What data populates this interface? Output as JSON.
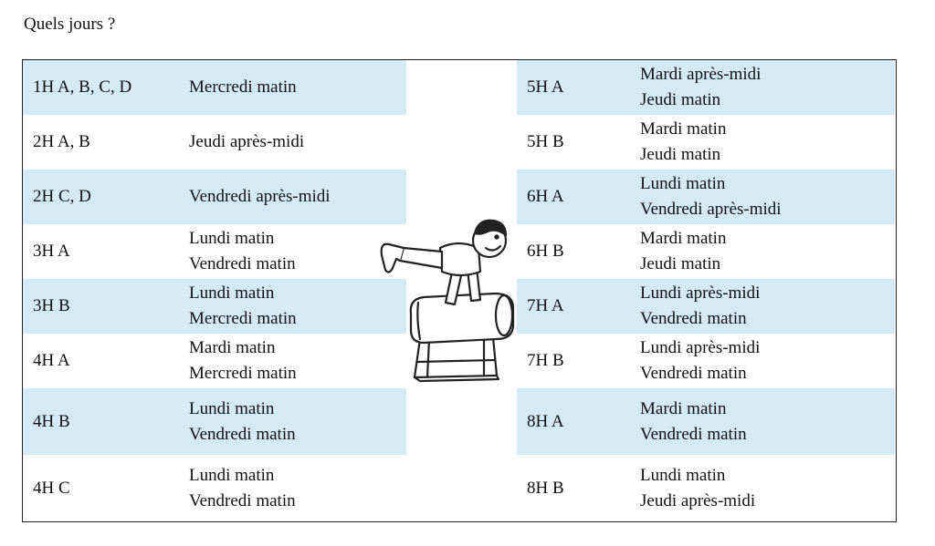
{
  "title": "Quels jours ?",
  "colors": {
    "shade": "#d5eaf7",
    "border": "#222222"
  },
  "left": [
    {
      "class": "1H A, B, C, D",
      "days": "Mercredi matin"
    },
    {
      "class": "2H A, B",
      "days": "Jeudi après-midi"
    },
    {
      "class": "2H C, D",
      "days": "Vendredi après-midi"
    },
    {
      "class": "3H A",
      "days": "Lundi matin\nVendredi matin"
    },
    {
      "class": "3H B",
      "days": "Lundi matin\nMercredi matin"
    },
    {
      "class": "4H A",
      "days": "Mardi matin\nMercredi matin"
    },
    {
      "class": "4H B",
      "days": "Lundi matin\nVendredi matin"
    },
    {
      "class": "4H C",
      "days": "Lundi matin\nVendredi matin"
    }
  ],
  "right": [
    {
      "class": "5H A",
      "days": "Mardi après-midi\nJeudi matin"
    },
    {
      "class": "5H B",
      "days": "Mardi matin\nJeudi matin"
    },
    {
      "class": "6H A",
      "days": "Lundi matin\nVendredi après-midi"
    },
    {
      "class": "6H B",
      "days": "Mardi matin\nJeudi matin"
    },
    {
      "class": "7H A",
      "days": "Lundi après-midi\nVendredi matin"
    },
    {
      "class": "7H B",
      "days": "Lundi après-midi\nVendredi matin"
    },
    {
      "class": "8H A",
      "days": "Mardi matin\nVendredi matin"
    },
    {
      "class": "8H B",
      "days": "Lundi matin\nJeudi après-midi"
    }
  ],
  "illustration": {
    "icon": "gymnast-on-vaulting-horse-icon"
  }
}
